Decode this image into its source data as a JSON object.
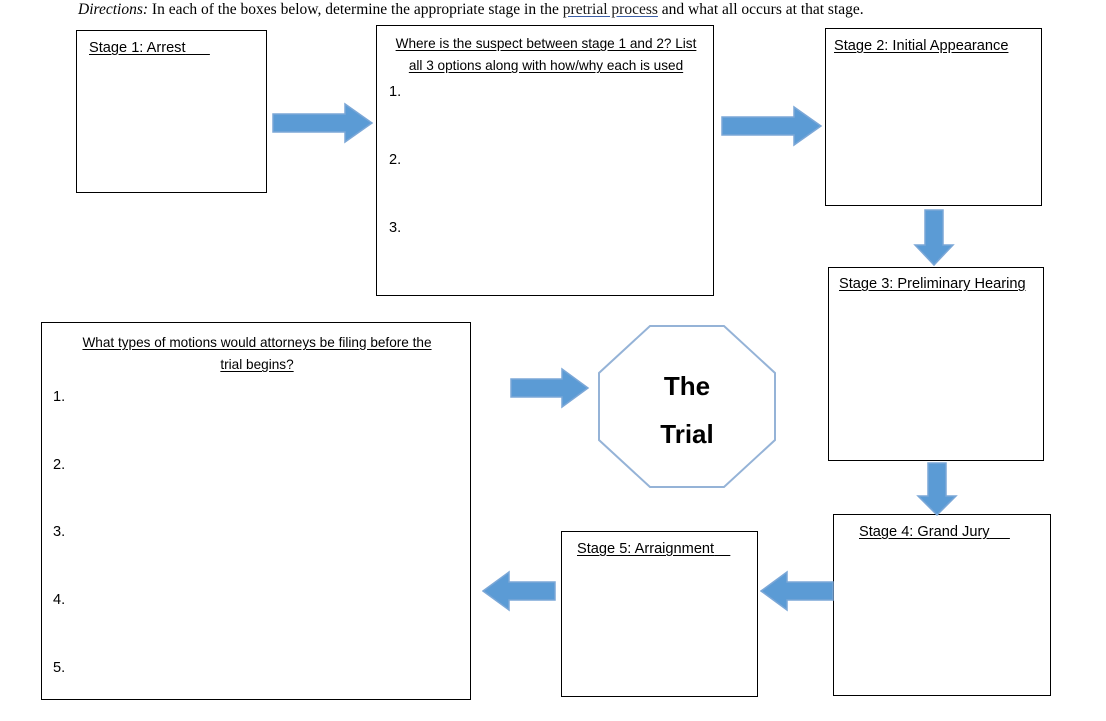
{
  "directions": {
    "label": "Directions:",
    "text_before": " In each of the boxes below, determine the appropriate stage in the ",
    "link_text": "pretrial  process",
    "text_after": " and what all occurs at that stage."
  },
  "colors": {
    "arrow_fill": "#5B9BD5",
    "arrow_stroke": "#7BA7D7",
    "octagon_stroke": "#95B3D7",
    "box_stroke": "#000000",
    "link_underline": "#3B5FA8"
  },
  "boxes": {
    "stage1": {
      "title": "Stage 1: Arrest",
      "trailing_rule": true
    },
    "suspect_question": {
      "title_line1": "Where is the suspect between stage 1 and 2? List",
      "title_line2": "all 3 options along with how/why each is used",
      "items": [
        "1.",
        "2.",
        "3."
      ]
    },
    "stage2": {
      "title": "Stage 2: Initial Appearance",
      "trailing_rule": false
    },
    "stage3": {
      "title": "Stage 3: Preliminary Hearing",
      "trailing_rule": false
    },
    "stage4": {
      "title": "Stage 4: Grand Jury",
      "trailing_rule": true
    },
    "stage5": {
      "title": "Stage 5: Arraignment",
      "trailing_rule": true
    },
    "motions_question": {
      "title_line1": "What types of motions would attorneys be filing before the",
      "title_line2": "trial begins?",
      "items": [
        "1.",
        "2.",
        "3.",
        "4.",
        "5."
      ]
    }
  },
  "octagon": {
    "line1": "The",
    "line2": "Trial"
  },
  "arrows": [
    {
      "name": "arrow-stage1-to-suspect",
      "direction": "right"
    },
    {
      "name": "arrow-suspect-to-stage2",
      "direction": "right"
    },
    {
      "name": "arrow-stage2-to-stage3",
      "direction": "down"
    },
    {
      "name": "arrow-stage3-to-stage4",
      "direction": "down"
    },
    {
      "name": "arrow-stage4-to-stage5",
      "direction": "left"
    },
    {
      "name": "arrow-stage5-to-motions",
      "direction": "left"
    },
    {
      "name": "arrow-motions-to-trial",
      "direction": "right"
    }
  ]
}
